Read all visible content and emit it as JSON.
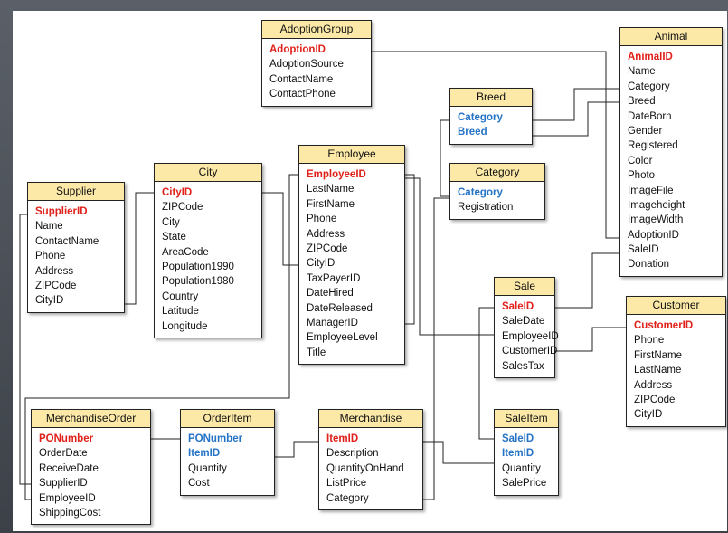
{
  "tables": {
    "adoptiongroup": {
      "title": "AdoptionGroup",
      "fields": [
        {
          "name": "AdoptionID",
          "key": "pk"
        },
        {
          "name": "AdoptionSource",
          "key": ""
        },
        {
          "name": "ContactName",
          "key": ""
        },
        {
          "name": "ContactPhone",
          "key": ""
        }
      ]
    },
    "animal": {
      "title": "Animal",
      "fields": [
        {
          "name": "AnimalID",
          "key": "pk"
        },
        {
          "name": "Name",
          "key": ""
        },
        {
          "name": "Category",
          "key": ""
        },
        {
          "name": "Breed",
          "key": ""
        },
        {
          "name": "DateBorn",
          "key": ""
        },
        {
          "name": "Gender",
          "key": ""
        },
        {
          "name": "Registered",
          "key": ""
        },
        {
          "name": "Color",
          "key": ""
        },
        {
          "name": "Photo",
          "key": ""
        },
        {
          "name": "ImageFile",
          "key": ""
        },
        {
          "name": "Imageheight",
          "key": ""
        },
        {
          "name": "ImageWidth",
          "key": ""
        },
        {
          "name": "AdoptionID",
          "key": ""
        },
        {
          "name": "SaleID",
          "key": ""
        },
        {
          "name": "Donation",
          "key": ""
        }
      ]
    },
    "breed": {
      "title": "Breed",
      "fields": [
        {
          "name": "Category",
          "key": "fk"
        },
        {
          "name": "Breed",
          "key": "fk"
        }
      ]
    },
    "category": {
      "title": "Category",
      "fields": [
        {
          "name": "Category",
          "key": "fk"
        },
        {
          "name": "Registration",
          "key": ""
        }
      ]
    },
    "employee": {
      "title": "Employee",
      "fields": [
        {
          "name": "EmployeeID",
          "key": "pk"
        },
        {
          "name": "LastName",
          "key": ""
        },
        {
          "name": "FirstName",
          "key": ""
        },
        {
          "name": "Phone",
          "key": ""
        },
        {
          "name": "Address",
          "key": ""
        },
        {
          "name": "ZIPCode",
          "key": ""
        },
        {
          "name": "CityID",
          "key": ""
        },
        {
          "name": "TaxPayerID",
          "key": ""
        },
        {
          "name": "DateHired",
          "key": ""
        },
        {
          "name": "DateReleased",
          "key": ""
        },
        {
          "name": "ManagerID",
          "key": ""
        },
        {
          "name": "EmployeeLevel",
          "key": ""
        },
        {
          "name": "Title",
          "key": ""
        }
      ]
    },
    "city": {
      "title": "City",
      "fields": [
        {
          "name": "CityID",
          "key": "pk"
        },
        {
          "name": "ZIPCode",
          "key": ""
        },
        {
          "name": "City",
          "key": ""
        },
        {
          "name": "State",
          "key": ""
        },
        {
          "name": "AreaCode",
          "key": ""
        },
        {
          "name": "Population1990",
          "key": ""
        },
        {
          "name": "Population1980",
          "key": ""
        },
        {
          "name": "Country",
          "key": ""
        },
        {
          "name": "Latitude",
          "key": ""
        },
        {
          "name": "Longitude",
          "key": ""
        }
      ]
    },
    "supplier": {
      "title": "Supplier",
      "fields": [
        {
          "name": "SupplierID",
          "key": "pk"
        },
        {
          "name": "Name",
          "key": ""
        },
        {
          "name": "ContactName",
          "key": ""
        },
        {
          "name": "Phone",
          "key": ""
        },
        {
          "name": "Address",
          "key": ""
        },
        {
          "name": "ZIPCode",
          "key": ""
        },
        {
          "name": "CityID",
          "key": ""
        }
      ]
    },
    "sale": {
      "title": "Sale",
      "fields": [
        {
          "name": "SaleID",
          "key": "pk"
        },
        {
          "name": "SaleDate",
          "key": ""
        },
        {
          "name": "EmployeeID",
          "key": ""
        },
        {
          "name": "CustomerID",
          "key": ""
        },
        {
          "name": "SalesTax",
          "key": ""
        }
      ]
    },
    "customer": {
      "title": "Customer",
      "fields": [
        {
          "name": "CustomerID",
          "key": "pk"
        },
        {
          "name": "Phone",
          "key": ""
        },
        {
          "name": "FirstName",
          "key": ""
        },
        {
          "name": "LastName",
          "key": ""
        },
        {
          "name": "Address",
          "key": ""
        },
        {
          "name": "ZIPCode",
          "key": ""
        },
        {
          "name": "CityID",
          "key": ""
        }
      ]
    },
    "merchandiseorder": {
      "title": "MerchandiseOrder",
      "fields": [
        {
          "name": "PONumber",
          "key": "pk"
        },
        {
          "name": "OrderDate",
          "key": ""
        },
        {
          "name": "ReceiveDate",
          "key": ""
        },
        {
          "name": "SupplierID",
          "key": ""
        },
        {
          "name": "EmployeeID",
          "key": ""
        },
        {
          "name": "ShippingCost",
          "key": ""
        }
      ]
    },
    "orderitem": {
      "title": "OrderItem",
      "fields": [
        {
          "name": "PONumber",
          "key": "fk"
        },
        {
          "name": "ItemID",
          "key": "fk"
        },
        {
          "name": "Quantity",
          "key": ""
        },
        {
          "name": "Cost",
          "key": ""
        }
      ]
    },
    "merchandise": {
      "title": "Merchandise",
      "fields": [
        {
          "name": "ItemID",
          "key": "pk"
        },
        {
          "name": "Description",
          "key": ""
        },
        {
          "name": "QuantityOnHand",
          "key": ""
        },
        {
          "name": "ListPrice",
          "key": ""
        },
        {
          "name": "Category",
          "key": ""
        }
      ]
    },
    "saleitem": {
      "title": "SaleItem",
      "fields": [
        {
          "name": "SaleID",
          "key": "fk"
        },
        {
          "name": "ItemID",
          "key": "fk"
        },
        {
          "name": "Quantity",
          "key": ""
        },
        {
          "name": "SalePrice",
          "key": ""
        }
      ]
    }
  }
}
